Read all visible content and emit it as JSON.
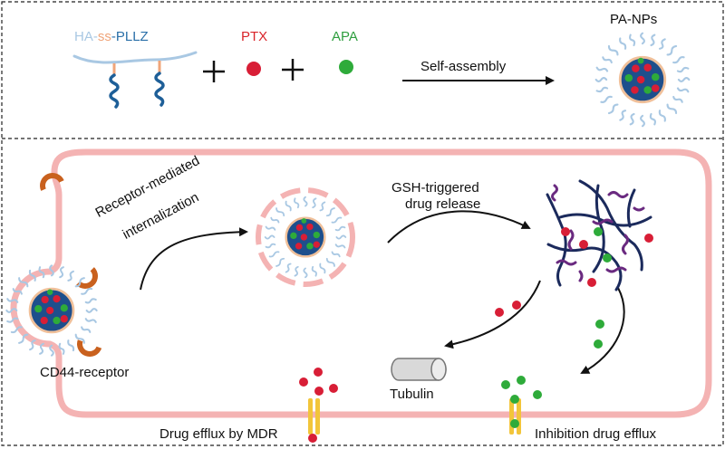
{
  "top_panel": {
    "polymer_label": {
      "ha": "HA",
      "ss": "ss",
      "pllz": "PLLZ",
      "sep1": "-",
      "sep2": "-"
    },
    "plus_sign": "+",
    "ptx_label": "PTX",
    "apa_label": "APA",
    "arrow_label": "Self-assembly",
    "product_label": "PA-NPs"
  },
  "bottom_panel": {
    "internalization_line1": "Receptor-mediated",
    "internalization_line2": "internalization",
    "release_line1": "GSH-triggered",
    "release_line2": "drug release",
    "receptor_label": "CD44-receptor",
    "tubulin_label": "Tubulin",
    "efflux_label": "Drug efflux by MDR",
    "inhibition_label": "Inhibition drug efflux"
  },
  "colors": {
    "ha_text": "#a9c8e3",
    "ss_text": "#f0a57a",
    "pllz_text": "#2a6fa8",
    "ptx_text": "#d9242a",
    "apa_text": "#2e9e3e",
    "ptx_dot": "#d81e36",
    "apa_dot": "#2eab3a",
    "membrane": "#f4b3b3",
    "receptor": "#c9611e",
    "core": "#1e4f8c",
    "core_ring": "#f0c09a",
    "corona": "#a9c8e3",
    "pump": "#f2c53a"
  },
  "icons": [
    "plus-icon",
    "arrow-icon",
    "nanoparticle-icon",
    "receptor-icon",
    "tubulin-icon",
    "efflux-pump-icon"
  ]
}
